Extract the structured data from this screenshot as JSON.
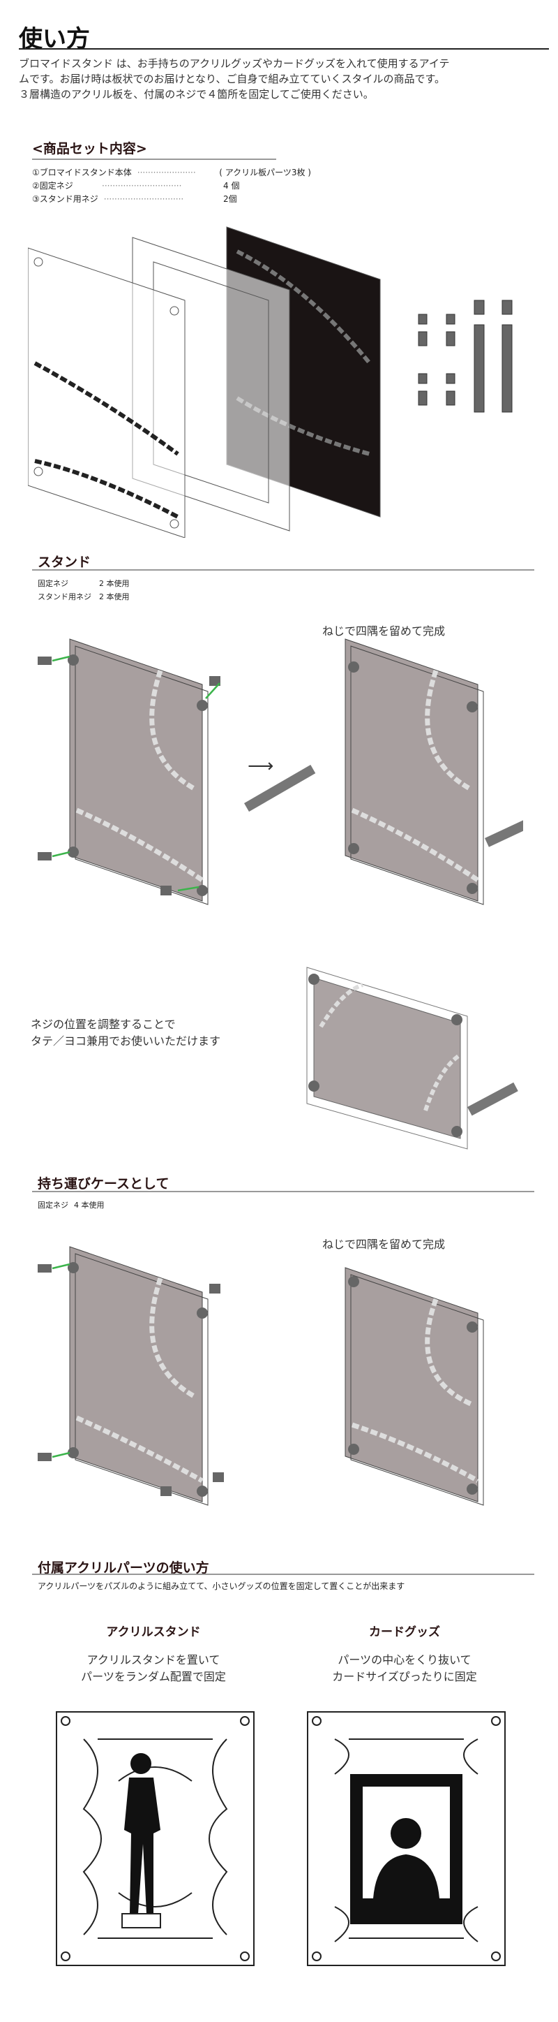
{
  "title": "使い方",
  "intro": [
    "ブロマイドスタンド は、お手持ちのアクリルグッズやカードグッズを入れて使用するアイテ",
    "ムです。お届け時は板状でのお届けとなり、ご自身で組み立てていくスタイルの商品です。",
    "３層構造のアクリル板を、付属のネジで４箇所を固定してご使用ください。"
  ],
  "set_contents": {
    "heading": "<商品セット内容>",
    "items": [
      {
        "name": "①ブロマイドスタンド本体",
        "dots": "······················",
        "qty": "( アクリル板パーツ3枚 )"
      },
      {
        "name": "②固定ネジ",
        "dots": "······························",
        "qty": "4 個"
      },
      {
        "name": "③スタンド用ネジ",
        "dots": "······························",
        "qty": "2個"
      }
    ]
  },
  "stand": {
    "heading": "スタンド",
    "lines": [
      {
        "label": "固定ネジ",
        "value": "2 本使用"
      },
      {
        "label": "スタンド用ネジ",
        "value": "2 本使用"
      }
    ],
    "complete": "ねじで四隅を留めて完成",
    "arrow": "⟶",
    "note": [
      "ネジの位置を調整することで",
      "タテ／ヨコ兼用でお使いいただけます"
    ]
  },
  "case": {
    "heading": "持ち運びケースとして",
    "lines": [
      {
        "label": "固定ネジ",
        "value": "4 本使用"
      }
    ],
    "complete": "ねじで四隅を留めて完成"
  },
  "parts": {
    "heading": "付属アクリルパーツの使い方",
    "desc": "アクリルパーツをパズルのように組み立てて、小さいグッズの位置を固定して置くことが出来ます",
    "options": [
      {
        "title": "アクリルスタンド",
        "lines": [
          "アクリルスタンドを置いて",
          "パーツをランダム配置で固定"
        ]
      },
      {
        "title": "カードグッズ",
        "lines": [
          "パーツの中心をくり抜いて",
          "カードサイズぴったりに固定"
        ]
      }
    ]
  },
  "colors": {
    "arrow": "#3cb44b",
    "panel": "#a89f9f",
    "dark": "#1a1414"
  }
}
